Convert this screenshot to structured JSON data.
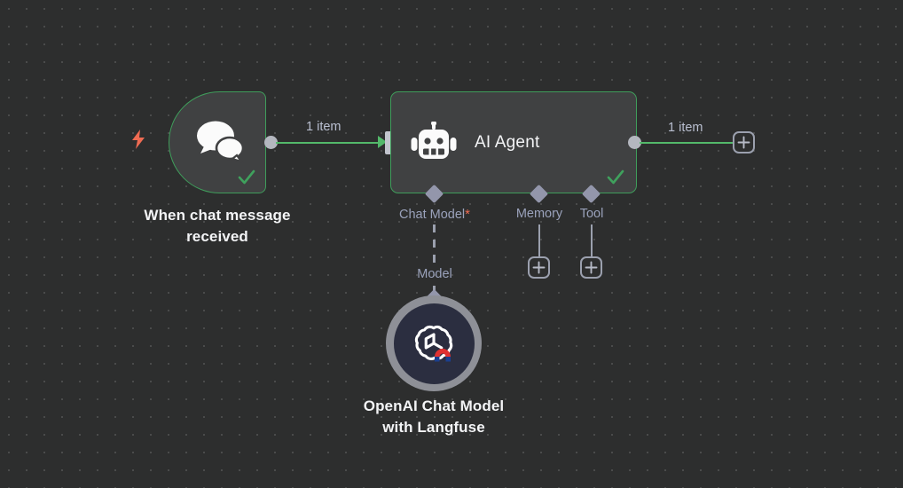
{
  "canvas": {
    "background_color": "#2d2e2e",
    "dot_color": "#4a4b4b",
    "accent_green": "#3f9d5b",
    "connector_green": "#53b96a",
    "node_fill": "#404142",
    "port_gray": "#b4b7bf",
    "sub_connector_color": "#9396ab",
    "required_star_color": "#ef6b52",
    "trigger_bolt_color": "#ef6b52"
  },
  "nodes": {
    "trigger": {
      "label": "When chat message\nreceived",
      "icon": "chat-bubbles-icon",
      "status": "success",
      "trigger_icon": "lightning-bolt-icon"
    },
    "agent": {
      "title": "AI Agent",
      "icon": "robot-icon",
      "status": "success",
      "sub_connectors": [
        {
          "label": "Chat Model",
          "required": true,
          "star": "*",
          "connected": true,
          "connection_label": "Model"
        },
        {
          "label": "Memory",
          "required": false,
          "star": "",
          "connected": false,
          "connection_label": ""
        },
        {
          "label": "Tool",
          "required": false,
          "star": "",
          "connected": false,
          "connection_label": ""
        }
      ]
    },
    "openai": {
      "label": "OpenAI Chat Model\nwith Langfuse",
      "icon": "openai-logo-icon",
      "badge_icon": "langfuse-magnet-icon"
    }
  },
  "connections": {
    "trigger_to_agent": {
      "label": "1 item"
    },
    "agent_to_next": {
      "label": "1 item"
    }
  },
  "buttons": {
    "add_output_node": "+",
    "add_memory_node": "+",
    "add_tool_node": "+"
  }
}
